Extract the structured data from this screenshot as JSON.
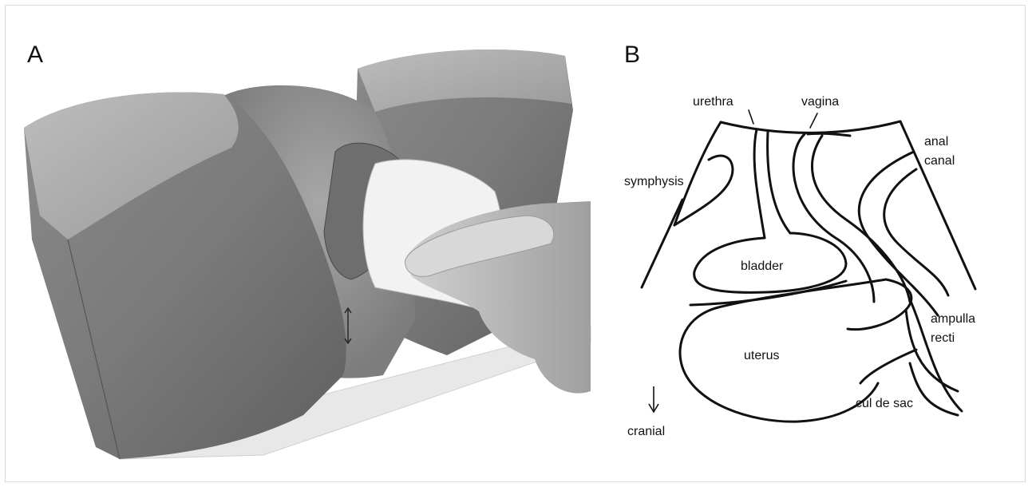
{
  "panel_a": {
    "letter": "A"
  },
  "panel_b": {
    "letter": "B",
    "labels": {
      "urethra": "urethra",
      "vagina": "vagina",
      "anal_canal_line1": "anal",
      "anal_canal_line2": "canal",
      "symphysis": "symphysis",
      "bladder": "bladder",
      "uterus": "uterus",
      "ampulla_line1": "ampulla",
      "ampulla_line2": "recti",
      "cul_de_sac": "cul de sac",
      "cranial": "cranial"
    },
    "direction_arrow": "down-arrow-icon"
  }
}
